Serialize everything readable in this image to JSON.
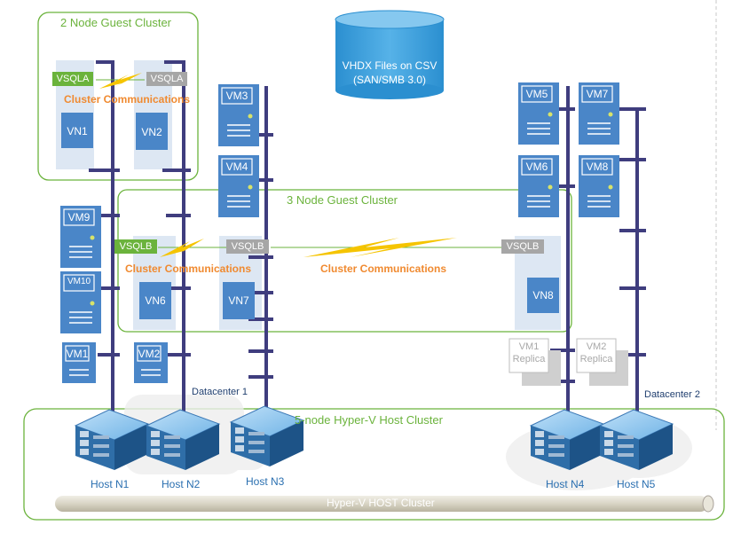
{
  "storage": {
    "line1": "VHDX Files on CSV",
    "line2": "(SAN/SMB 3.0)"
  },
  "clusters": {
    "two_node": "2  Node Guest Cluster",
    "three_node": "3  Node Guest Cluster",
    "five_node": "5-node Hyper-V Host Cluster",
    "host_bar": "Hyper-V HOST Cluster"
  },
  "comms": {
    "a": "Cluster Communications",
    "b": "Cluster Communications",
    "c": "Cluster Communications"
  },
  "tags": {
    "vsqla1": "VSQLA",
    "vsqla2": "VSQLA",
    "vsqlb1": "VSQLB",
    "vsqlb2": "VSQLB",
    "vsqlb3": "VSQLB"
  },
  "vms": {
    "vm3": "VM3",
    "vm4": "VM4",
    "vm5": "VM5",
    "vm6": "VM6",
    "vm7": "VM7",
    "vm8": "VM8",
    "vm9": "VM9",
    "vm10": "VM10",
    "vm1": "VM1",
    "vm2": "VM2"
  },
  "guest_nodes": {
    "vn1": "VN1",
    "vn2": "VN2",
    "vn6": "VN6",
    "vn7": "VN7",
    "vn8": "VN8"
  },
  "replicas": {
    "r1_name": "VM1",
    "r1_sub": "Replica",
    "r2_name": "VM2",
    "r2_sub": "Replica"
  },
  "datacenters": {
    "dc1": "Datacenter 1",
    "dc2": "Datacenter 2"
  },
  "hosts": {
    "n1": "Host N1",
    "n2": "Host N2",
    "n3": "Host N3",
    "n4": "Host N4",
    "n5": "Host N5"
  },
  "colors": {
    "vm_blue": "#4a86c8",
    "line_purple": "#3f3d7e",
    "green": "#6bb33c",
    "orange": "#f08a30",
    "lightning": "#f5c400",
    "tag_gray": "#a6a6a6",
    "tag_green": "#6bb33c"
  }
}
